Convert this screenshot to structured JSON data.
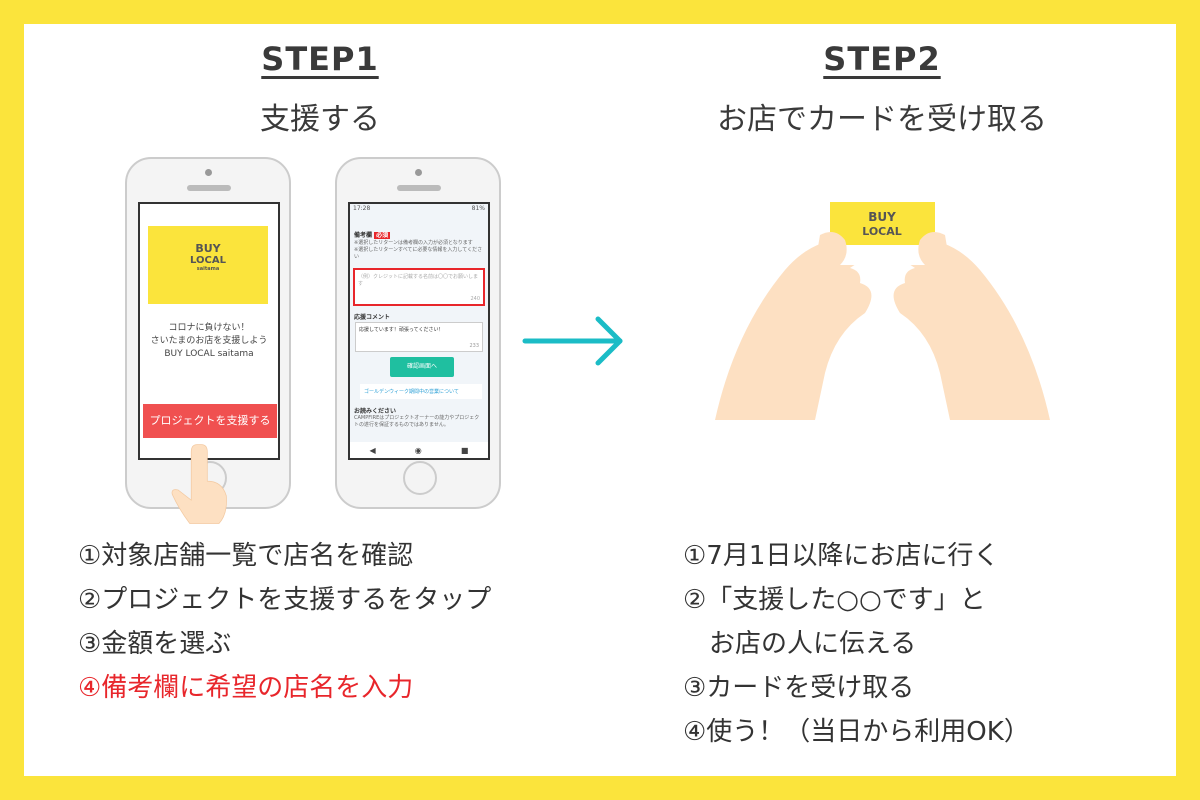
{
  "step1": {
    "title": "STEP1",
    "subtitle": "支援する",
    "phone1": {
      "logo_line1": "BUY",
      "logo_line2": "LOCAL",
      "logo_line3": "saitama",
      "headline1": "コロナに負けない！",
      "headline2": "さいたまのお店を支援しよう",
      "headline3": "BUY LOCAL saitama",
      "button": "プロジェクトを支援する"
    },
    "phone2": {
      "time": "17:28",
      "battery": "81%",
      "remarks_label": "備考欄",
      "required": "必須",
      "placeholder": "（例）クレジットに記載する名前は〇〇でお願いします",
      "count1": "240",
      "comment_label": "応援コメント",
      "comment": "応援しています！頑張ってください！",
      "count2": "233",
      "confirm": "確認画面へ",
      "notice": "ゴールデンウィーク期間中の営業について",
      "read": "お読みください"
    },
    "items": [
      "①対象店舗一覧で店名を確認",
      "②プロジェクトを支援するをタップ",
      "③金額を選ぶ",
      "④備考欄に希望の店名を入力"
    ]
  },
  "step2": {
    "title": "STEP2",
    "subtitle": "お店でカードを受け取る",
    "card": {
      "line1": "BUY",
      "line2": "LOCAL"
    },
    "items": [
      "①7月1日以降にお店に行く",
      "②「支援した○○です」と",
      "　お店の人に伝える",
      "③カードを受け取る",
      "④使う！（当日から利用OK）"
    ]
  },
  "colors": {
    "yellow": "#fbe43c",
    "teal": "#1bbcc6",
    "red": "#e8262b",
    "button": "#f05050"
  }
}
